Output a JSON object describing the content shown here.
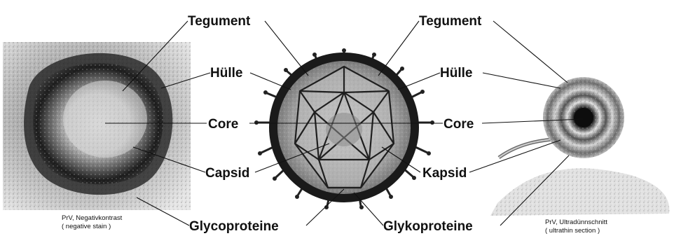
{
  "left_panel": {
    "labels": {
      "tegument": "Tegument",
      "envelope": "Hülle",
      "core": "Core",
      "capsid": "Capsid",
      "glycoproteins": "Glycoproteine"
    },
    "caption_line1": "PrV, Negativkontrast",
    "caption_line2": "( negative stain )"
  },
  "right_panel": {
    "labels": {
      "tegument": "Tegument",
      "envelope": "Hülle",
      "core": "Core",
      "capsid": "Kapsid",
      "glycoproteins": "Glykoproteine"
    },
    "caption_line1": "PrV, Ultradünnschnitt",
    "caption_line2": "( ultrathin section )"
  },
  "colors": {
    "label_text": "#111111",
    "envelope_ring": "#1a1a1a",
    "tegument_fill": "#9a9a9a",
    "capsid_stroke": "#1f1f1f"
  }
}
